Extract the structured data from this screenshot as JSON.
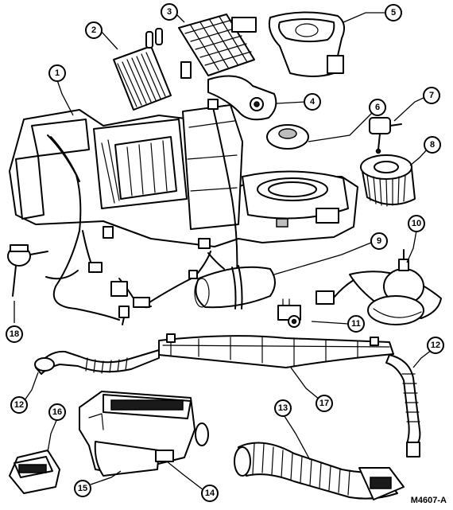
{
  "figure_code": "M4607-A",
  "callouts": [
    {
      "id": "1",
      "label": "1"
    },
    {
      "id": "2",
      "label": "2"
    },
    {
      "id": "3",
      "label": "3"
    },
    {
      "id": "4",
      "label": "4"
    },
    {
      "id": "5",
      "label": "5"
    },
    {
      "id": "6",
      "label": "6"
    },
    {
      "id": "7",
      "label": "7"
    },
    {
      "id": "8",
      "label": "8"
    },
    {
      "id": "9",
      "label": "9"
    },
    {
      "id": "10",
      "label": "10"
    },
    {
      "id": "11",
      "label": "11"
    },
    {
      "id": "12a",
      "label": "12"
    },
    {
      "id": "12b",
      "label": "12"
    },
    {
      "id": "13",
      "label": "13"
    },
    {
      "id": "14",
      "label": "14"
    },
    {
      "id": "15",
      "label": "15"
    },
    {
      "id": "16",
      "label": "16"
    },
    {
      "id": "17",
      "label": "17"
    },
    {
      "id": "18",
      "label": "18"
    }
  ]
}
